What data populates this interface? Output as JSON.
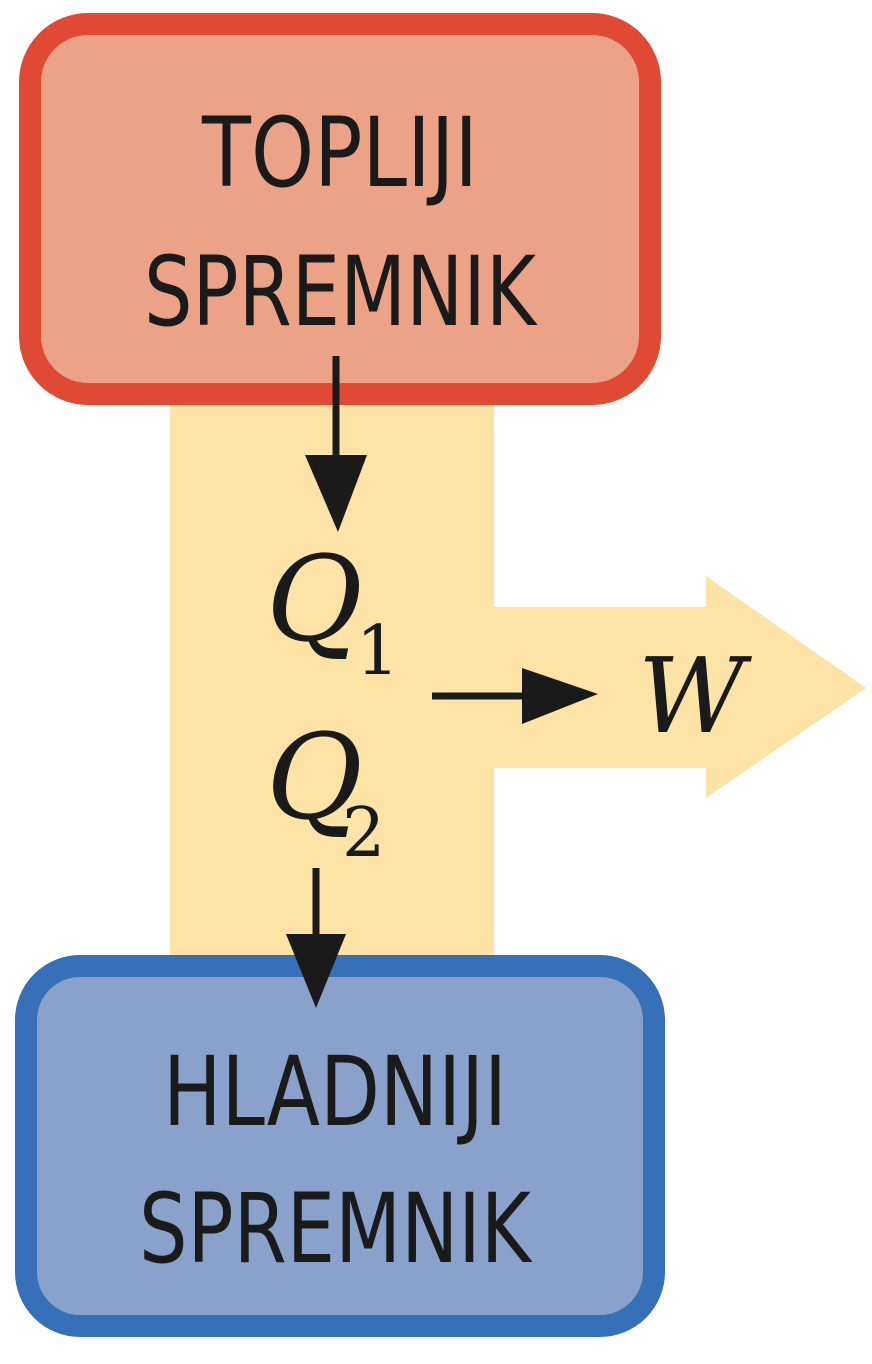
{
  "colors": {
    "hot_fill": "#eca287",
    "hot_border": "#e04a35",
    "cold_fill": "#8aa1cb",
    "cold_border": "#3570b8",
    "flow_fill": "#fde3a5",
    "arrow": "#1a1a1a",
    "text": "#1a1a1a"
  },
  "hot_reservoir": {
    "line1": "TOPLIJI",
    "line2": "SPREMNIK"
  },
  "cold_reservoir": {
    "line1": "HLADNIJI",
    "line2": "SPREMNIK"
  },
  "heat_in": {
    "symbol": "Q",
    "subscript": "1"
  },
  "heat_out": {
    "symbol": "Q",
    "subscript": "2"
  },
  "work": {
    "symbol": "W"
  },
  "icons": {
    "flow_arrow": "arrow-right-icon",
    "heat_arrow": "arrow-down-icon"
  }
}
